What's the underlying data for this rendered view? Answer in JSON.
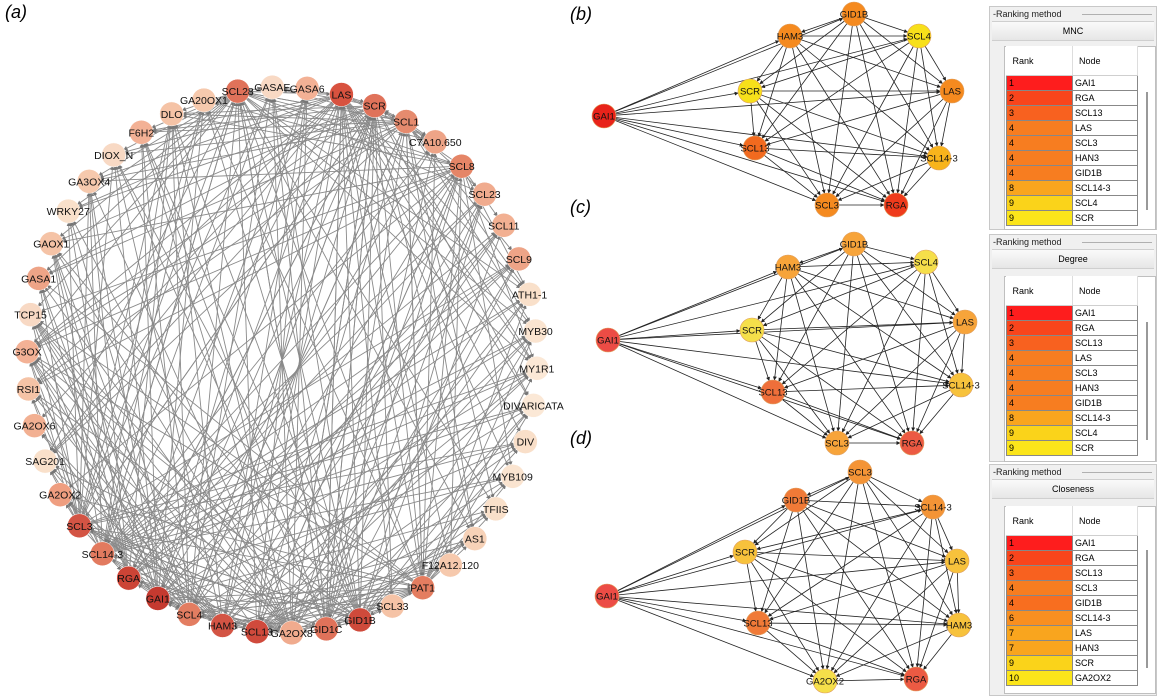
{
  "panels": {
    "a": "(a)",
    "b": "(b)",
    "c": "(c)",
    "d": "(d)"
  },
  "network_a": {
    "nodes": [
      {
        "label": "SCL28",
        "color": "#e0725a"
      },
      {
        "label": "GASAE",
        "color": "#f8d9c4"
      },
      {
        "label": "GASA6",
        "color": "#f3b195"
      },
      {
        "label": "LAS",
        "color": "#d8523f"
      },
      {
        "label": "SCR",
        "color": "#e0725a"
      },
      {
        "label": "SCL1",
        "color": "#e68b6e"
      },
      {
        "label": "C7A10.650",
        "color": "#eea487"
      },
      {
        "label": "SCL8",
        "color": "#e58567"
      },
      {
        "label": "SCL23",
        "color": "#f0ab8e"
      },
      {
        "label": "SCL11",
        "color": "#f2b092"
      },
      {
        "label": "SCL9",
        "color": "#eea487"
      },
      {
        "label": "ATH1-1",
        "color": "#f9e0ca"
      },
      {
        "label": "MYB30",
        "color": "#fae4d0"
      },
      {
        "label": "MY1R1",
        "color": "#fbe8d6"
      },
      {
        "label": "DIVARICATA",
        "color": "#fbe8d6"
      },
      {
        "label": "DIV",
        "color": "#f9dfc9"
      },
      {
        "label": "MYB109",
        "color": "#fae4d0"
      },
      {
        "label": "TFIIS",
        "color": "#f9e0ca"
      },
      {
        "label": "AS1",
        "color": "#f7d2b8"
      },
      {
        "label": "F12A12.120",
        "color": "#f6c9ad"
      },
      {
        "label": "PAT1",
        "color": "#e47d60"
      },
      {
        "label": "SCL33",
        "color": "#f5c3a6"
      },
      {
        "label": "GID1B",
        "color": "#cf4a3b"
      },
      {
        "label": "GID1C",
        "color": "#e0725a"
      },
      {
        "label": "GA2OX8",
        "color": "#f0ab8e"
      },
      {
        "label": "SCL13",
        "color": "#d04a3c"
      },
      {
        "label": "HAM3",
        "color": "#d35444"
      },
      {
        "label": "SCL4",
        "color": "#e37d61"
      },
      {
        "label": "GAI1",
        "color": "#c53a30"
      },
      {
        "label": "RGA",
        "color": "#cc4436"
      },
      {
        "label": "SCL14-3",
        "color": "#e27a5f"
      },
      {
        "label": "SCL3",
        "color": "#d35444"
      },
      {
        "label": "GA2OX2",
        "color": "#ef9e80"
      },
      {
        "label": "SAG201",
        "color": "#f9e0ca"
      },
      {
        "label": "GA2OX6",
        "color": "#f2b092"
      },
      {
        "label": "RSI1",
        "color": "#f5c3a6"
      },
      {
        "label": "G3OX",
        "color": "#f3b195"
      },
      {
        "label": "TCP15",
        "color": "#f8d9c4"
      },
      {
        "label": "GASA1",
        "color": "#eea487"
      },
      {
        "label": "GAOX1",
        "color": "#f5c3a6"
      },
      {
        "label": "WRKY27",
        "color": "#f9e0ca"
      },
      {
        "label": "GA3OX4",
        "color": "#f6c9ad"
      },
      {
        "label": "DIOX_N",
        "color": "#f8d9c4"
      },
      {
        "label": "F6H2",
        "color": "#f3b195"
      },
      {
        "label": "DLO",
        "color": "#f5c3a6"
      },
      {
        "label": "GA20OX1",
        "color": "#f6c9ad"
      }
    ]
  },
  "network_b": {
    "nodes": [
      {
        "label": "GAI1",
        "color": "#e8231a"
      },
      {
        "label": "GID1B",
        "color": "#f58a1f"
      },
      {
        "label": "HAM3",
        "color": "#f58a1f"
      },
      {
        "label": "SCL4",
        "color": "#f7e01a"
      },
      {
        "label": "SCR",
        "color": "#f7e01a"
      },
      {
        "label": "LAS",
        "color": "#f58a1f"
      },
      {
        "label": "SCL13",
        "color": "#f26a1f"
      },
      {
        "label": "SCL14-3",
        "color": "#f8b41c"
      },
      {
        "label": "SCL3",
        "color": "#f58a1f"
      },
      {
        "label": "RGA",
        "color": "#ef3b1c"
      }
    ]
  },
  "network_c": {
    "nodes": [
      {
        "label": "GAI1",
        "color": "#ec4c45"
      },
      {
        "label": "GID1B",
        "color": "#f7a43a"
      },
      {
        "label": "HAM3",
        "color": "#f7a43a"
      },
      {
        "label": "SCL4",
        "color": "#f5df4a"
      },
      {
        "label": "SCR",
        "color": "#f5df4a"
      },
      {
        "label": "LAS",
        "color": "#f7a43a"
      },
      {
        "label": "SCL13",
        "color": "#ef6f3a"
      },
      {
        "label": "SCL14-3",
        "color": "#f7c23c"
      },
      {
        "label": "SCL3",
        "color": "#f7a43a"
      },
      {
        "label": "RGA",
        "color": "#ec5a43"
      }
    ]
  },
  "network_d": {
    "nodes": [
      {
        "label": "GAI1",
        "color": "#ec4c45"
      },
      {
        "label": "SCL3",
        "color": "#f49436"
      },
      {
        "label": "GID1B",
        "color": "#f07a37"
      },
      {
        "label": "SCL14-3",
        "color": "#f49436"
      },
      {
        "label": "SCR",
        "color": "#f7c23c"
      },
      {
        "label": "LAS",
        "color": "#f7c23c"
      },
      {
        "label": "SCL13",
        "color": "#f07a37"
      },
      {
        "label": "HAM3",
        "color": "#f7c23c"
      },
      {
        "label": "GA2OX2",
        "color": "#f5df4a"
      },
      {
        "label": "RGA",
        "color": "#ec5a43"
      }
    ]
  },
  "rank_b": {
    "section": "Ranking method",
    "method": "MNC",
    "col_rank": "Rank",
    "col_node": "Node",
    "rows": [
      {
        "rank": "1",
        "node": "GAI1",
        "color": "#fe1d1d"
      },
      {
        "rank": "2",
        "node": "RGA",
        "color": "#f8451c"
      },
      {
        "rank": "3",
        "node": "SCL13",
        "color": "#f8611f"
      },
      {
        "rank": "4",
        "node": "LAS",
        "color": "#f77d20"
      },
      {
        "rank": "4",
        "node": "SCL3",
        "color": "#f77d20"
      },
      {
        "rank": "4",
        "node": "HAN3",
        "color": "#f77d20"
      },
      {
        "rank": "4",
        "node": "GID1B",
        "color": "#f77d20"
      },
      {
        "rank": "8",
        "node": "SCL14-3",
        "color": "#f9a51e"
      },
      {
        "rank": "9",
        "node": "SCL4",
        "color": "#fad31a"
      },
      {
        "rank": "9",
        "node": "SCR",
        "color": "#fbe51a"
      }
    ]
  },
  "rank_c": {
    "section": "Ranking method",
    "method": "Degree",
    "col_rank": "Rank",
    "col_node": "Node",
    "rows": [
      {
        "rank": "1",
        "node": "GAI1",
        "color": "#fe1d1d"
      },
      {
        "rank": "2",
        "node": "RGA",
        "color": "#f8451c"
      },
      {
        "rank": "3",
        "node": "SCL13",
        "color": "#f8611f"
      },
      {
        "rank": "4",
        "node": "LAS",
        "color": "#f77d20"
      },
      {
        "rank": "4",
        "node": "SCL3",
        "color": "#f77d20"
      },
      {
        "rank": "4",
        "node": "HAN3",
        "color": "#f77d20"
      },
      {
        "rank": "4",
        "node": "GID1B",
        "color": "#f77d20"
      },
      {
        "rank": "8",
        "node": "SCL14-3",
        "color": "#f9a51e"
      },
      {
        "rank": "9",
        "node": "SCL4",
        "color": "#fad31a"
      },
      {
        "rank": "9",
        "node": "SCR",
        "color": "#fbe51a"
      }
    ]
  },
  "rank_d": {
    "section": "Ranking method",
    "method": "Closeness",
    "col_rank": "Rank",
    "col_node": "Node",
    "rows": [
      {
        "rank": "1",
        "node": "GAI1",
        "color": "#fe1d1d"
      },
      {
        "rank": "2",
        "node": "RGA",
        "color": "#f8451c"
      },
      {
        "rank": "3",
        "node": "SCL13",
        "color": "#f8611f"
      },
      {
        "rank": "4",
        "node": "SCL3",
        "color": "#f77d20"
      },
      {
        "rank": "4",
        "node": "GID1B",
        "color": "#f86e1f"
      },
      {
        "rank": "6",
        "node": "SCL14-3",
        "color": "#f88f20"
      },
      {
        "rank": "7",
        "node": "LAS",
        "color": "#f9a51e"
      },
      {
        "rank": "7",
        "node": "HAN3",
        "color": "#f9a51e"
      },
      {
        "rank": "9",
        "node": "SCR",
        "color": "#fad31a"
      },
      {
        "rank": "10",
        "node": "GA2OX2",
        "color": "#fbe51a"
      }
    ]
  }
}
